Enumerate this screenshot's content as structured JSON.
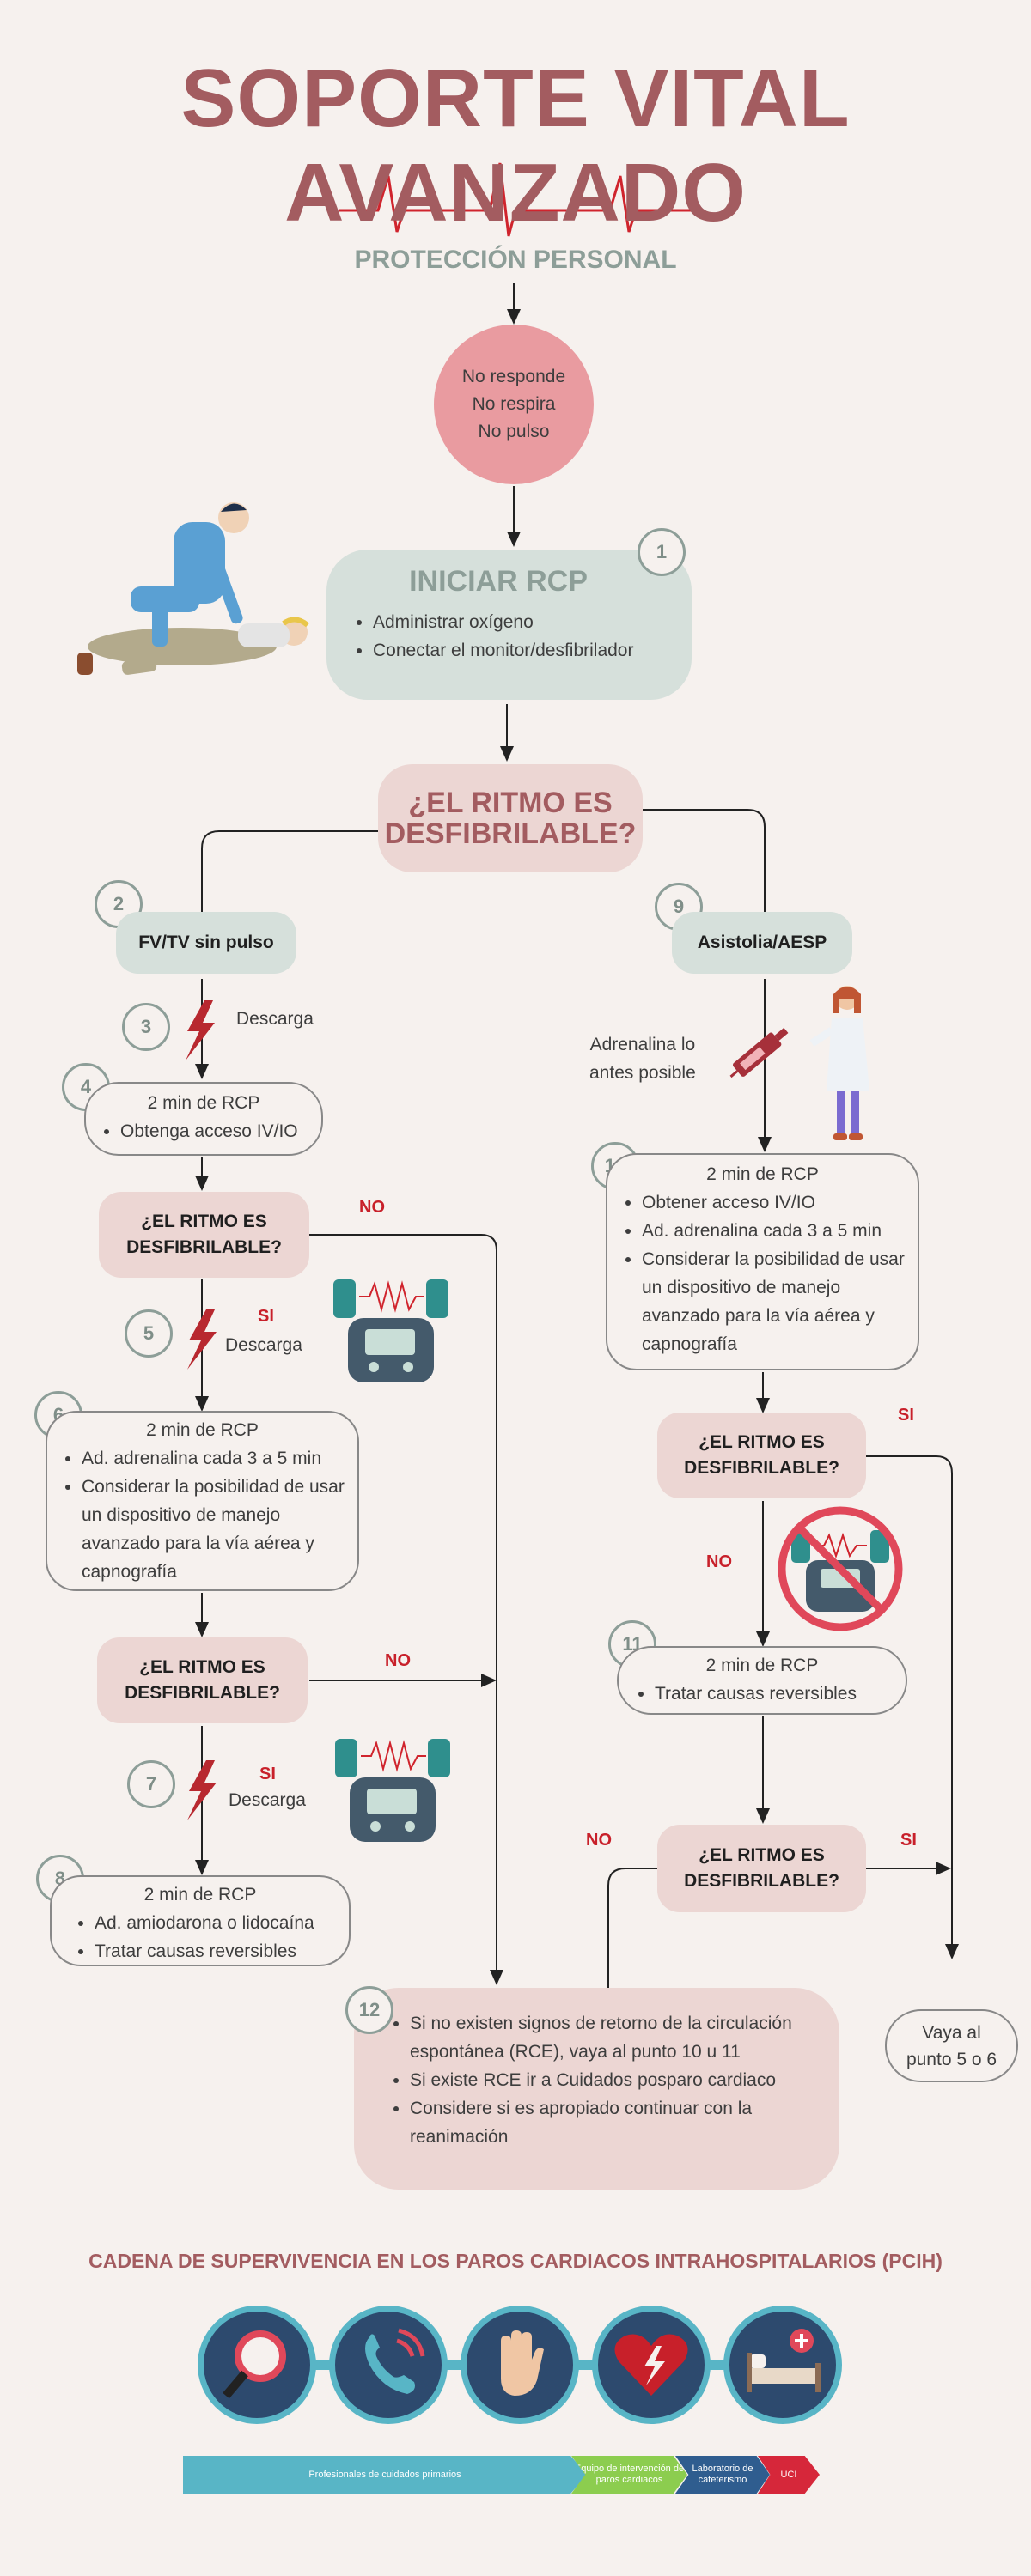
{
  "title": "SOPORTE VITAL AVANZADO",
  "personal_protection": "PROTECCIÓN PERSONAL",
  "start_circle": [
    "No responde",
    "No respira",
    "No pulso"
  ],
  "step1": {
    "number": "1",
    "heading": "INICIAR RCP",
    "items": [
      "Administrar oxígeno",
      "Conectar el monitor/desfibrilador"
    ]
  },
  "main_question": [
    "¿EL RITMO ES",
    "DESFIBRILABLE?"
  ],
  "left": {
    "step2": {
      "number": "2",
      "label": "FV/TV sin pulso"
    },
    "step3": {
      "number": "3",
      "label": "Descarga"
    },
    "step4": {
      "number": "4",
      "heading": "2 min de RCP",
      "items": [
        "Obtenga acceso IV/IO"
      ]
    },
    "q1": [
      "¿EL RITMO ES",
      "DESFIBRILABLE?"
    ],
    "q1_no": "NO",
    "step5": {
      "number": "5",
      "si": "SI",
      "label": "Descarga"
    },
    "step6": {
      "number": "6",
      "heading": "2 min de RCP",
      "items": [
        "Ad. adrenalina cada 3 a 5 min",
        "Considerar la posibilidad de usar un dispositivo de manejo avanzado para la vía aérea y capnografía"
      ]
    },
    "q2": [
      "¿EL RITMO ES",
      "DESFIBRILABLE?"
    ],
    "q2_no": "NO",
    "step7": {
      "number": "7",
      "si": "SI",
      "label": "Descarga"
    },
    "step8": {
      "number": "8",
      "heading": "2 min de RCP",
      "items": [
        "Ad. amiodarona o lidocaína",
        "Tratar causas reversibles"
      ]
    }
  },
  "right": {
    "step9": {
      "number": "9",
      "label": "Asistolia/AESP"
    },
    "adrenaline": [
      "Adrenalina lo",
      "antes posible"
    ],
    "step10": {
      "number": "10",
      "heading": "2 min de RCP",
      "items": [
        "Obtener acceso IV/IO",
        "Ad. adrenalina cada 3 a 5 min",
        "Considerar la posibilidad de usar un dispositivo de manejo avanzado para la vía aérea y capnografía"
      ]
    },
    "q1": [
      "¿EL RITMO ES",
      "DESFIBRILABLE?"
    ],
    "q1_si": "SI",
    "q1_no": "NO",
    "step11": {
      "number": "11",
      "heading": "2 min de RCP",
      "items": [
        "Tratar causas reversibles"
      ]
    },
    "q2": [
      "¿EL RITMO ES",
      "DESFIBRILABLE?"
    ],
    "q2_no": "NO",
    "q2_si": "SI",
    "goto": [
      "Vaya al",
      "punto 5 o 6"
    ]
  },
  "step12": {
    "number": "12",
    "items": [
      "Si no existen signos de retorno de la circulación espontánea (RCE), vaya al punto 10 u 11",
      "Si existe RCE ir a Cuidados posparo cardiaco",
      "Considere si es apropiado continuar con la reanimación"
    ]
  },
  "chain_title": "CADENA DE SUPERVIVENCIA EN LOS PAROS CARDIACOS INTRAHOSPITALARIOS (PCIH)",
  "chain_icons": [
    "magnifier-icon",
    "phone-icon",
    "hand-icon",
    "heart-shock-icon",
    "hospital-bed-icon"
  ],
  "chain_bands": [
    "Profesionales de cuidados primarios",
    "Equipo de intervención de paros cardiacos",
    "Laboratorio de cateterismo",
    "UCI"
  ],
  "colors": {
    "title": "#a35c60",
    "sage": "#8d9e98",
    "pink": "#e99ba0",
    "rose": "#ecd6d3",
    "mint": "#d6e0db",
    "red": "#c8202a",
    "teal": "#58b5c6",
    "navy": "#2d4a6e"
  }
}
